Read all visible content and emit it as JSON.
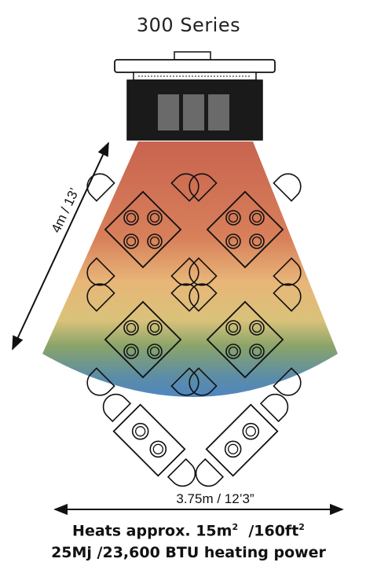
{
  "title": "300 Series",
  "dimensions": {
    "depth_label": "4m / 13’",
    "width_label": "3.75m / 12’3”"
  },
  "coverage": {
    "line1_prefix": "Heats approx. 15m",
    "line1_sup1": "2",
    "line1_mid": "  /160ft",
    "line1_sup2": "2",
    "line2": "25Mj /23,600 BTU heating power"
  },
  "colors": {
    "heat_hot": "#c8634f",
    "heat_warm": "#e6a070",
    "heat_mid": "#e8c07a",
    "heat_green": "#7da06a",
    "heat_cool": "#4f86c0",
    "heater_body": "#1a1a1a",
    "heater_element": "#6a6a6a",
    "line": "#111111"
  },
  "icons": [
    "heater-icon",
    "table-set-icon",
    "dimension-arrow-icon"
  ]
}
